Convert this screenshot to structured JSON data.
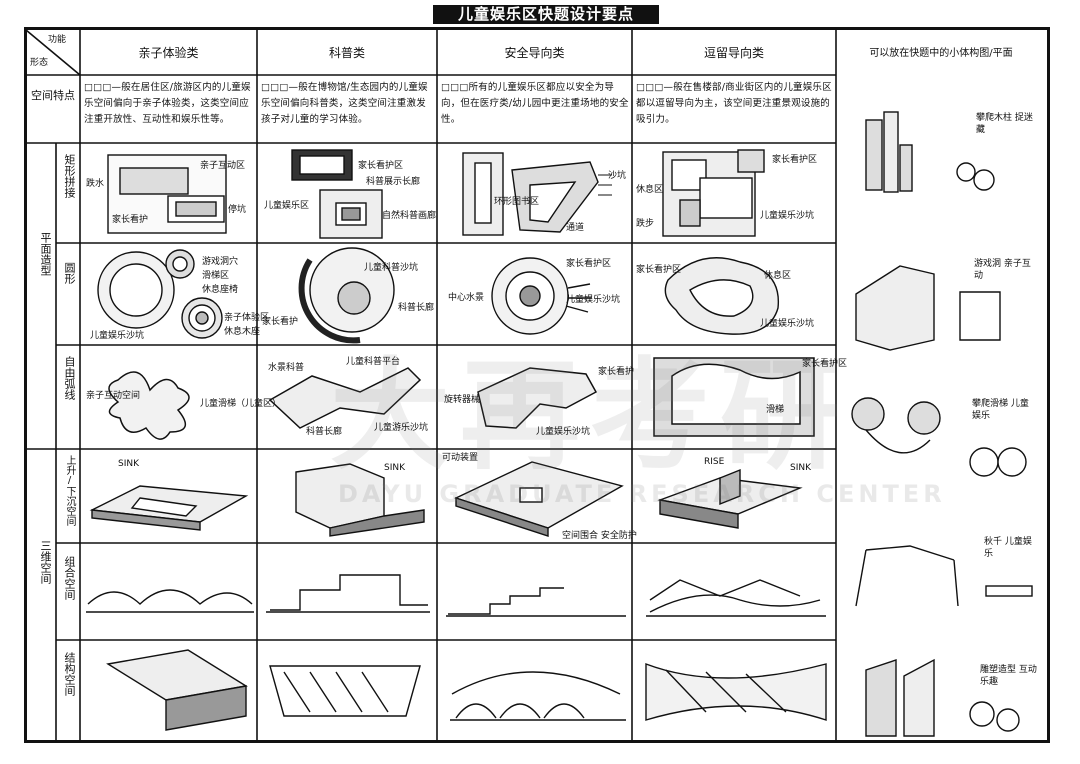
{
  "title": "儿童娱乐区快题设计要点",
  "corner": {
    "top": "功能",
    "bottom": "形态"
  },
  "columns": [
    "亲子体验类",
    "科普类",
    "安全导向类",
    "逗留导向类",
    "可以放在快题中的小体构图/平面"
  ],
  "row_groups": {
    "space_feature": "空间特点",
    "plan": "平面造型",
    "three_d": "三维空间"
  },
  "sub_rows": [
    "矩形拼接",
    "圆形",
    "自由弧线",
    "上升/下沉空间",
    "组合空间",
    "结构空间"
  ],
  "descriptions": [
    "□□□—般在居住区/旅游区内的儿童娱乐空间偏向于亲子体验类，这类空间应注重开放性、互动性和娱乐性等。",
    "□□□—般在博物馆/生态园内的儿童娱乐空间偏向科普类，这类空间注重激发孩子对儿童的学习体验。",
    "□□□所有的儿童娱乐区都应以安全为导向，但在医疗类/幼儿园中更注重场地的安全性。",
    "□□□—般在售楼部/商业街区内的儿童娱乐区都以逗留导向为主，该空间更注重景观设施的吸引力。",
    ""
  ],
  "annotations": {
    "rect_parent": [
      "亲子互动区",
      "跌水",
      "家长看护",
      "停坑"
    ],
    "rect_science": [
      "家长看护区",
      "科普展示长廊",
      "儿童娱乐区",
      "自然科普画廊"
    ],
    "rect_safety": [
      "沙坑",
      "环形图书区",
      "通道"
    ],
    "rect_stay": [
      "家长看护区",
      "休息区",
      "跌步",
      "儿童娱乐沙坑"
    ],
    "circle_parent": [
      "游戏洞穴",
      "滑梯区",
      "休息座椅",
      "儿童娱乐沙坑",
      "亲子体验区",
      "休息木座"
    ],
    "circle_science": [
      "儿童科普沙坑",
      "家长看护",
      "科普长廊"
    ],
    "circle_safety": [
      "家长看护区",
      "中心水景",
      "儿童娱乐沙坑"
    ],
    "circle_stay": [
      "家长看护区",
      "休息区",
      "儿童娱乐沙坑"
    ],
    "free_parent": [
      "亲子互动空间",
      "儿童滑梯（儿童区）"
    ],
    "free_science": [
      "水景科普",
      "儿童科普平台",
      "科普长廊",
      "儿童游乐沙坑"
    ],
    "free_safety": [
      "家长看护",
      "旋转器械",
      "儿童娱乐沙坑"
    ],
    "free_stay": [
      "家长看护区",
      "滑梯"
    ],
    "level_labels": [
      "SINK",
      "SINK",
      "RISE",
      "SINK"
    ],
    "level_science": [],
    "level_safety": [
      "可动装置",
      "空间围合 安全防护"
    ],
    "side": [
      "攀爬木柱 捉迷藏",
      "游戏洞 亲子互动",
      "攀爬滑梯 儿童娱乐",
      "秋千 儿童娱乐",
      "雕塑造型 互动乐趣"
    ]
  },
  "watermark": {
    "main": "大再考研",
    "sub": "DAYU GRADUATE RESEARCH CENTER"
  }
}
